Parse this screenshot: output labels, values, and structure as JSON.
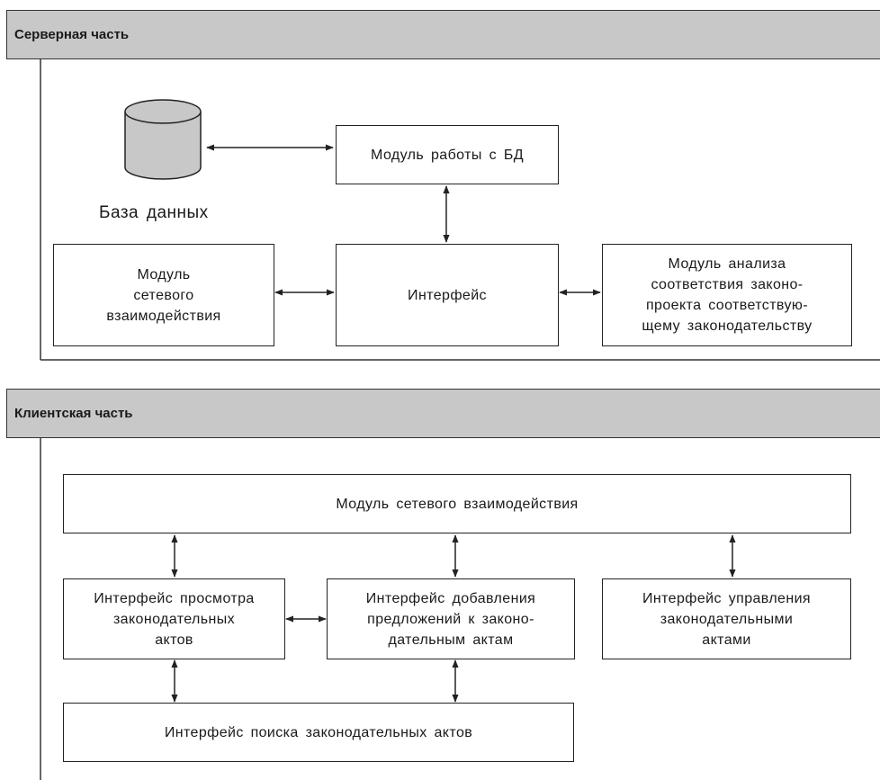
{
  "server": {
    "title": "Серверная часть",
    "db_label": "База данных",
    "modules": {
      "db_module": "Модуль работы с БД",
      "network_module": "Модуль\nсетевого\nвзаимодействия",
      "interface": "Интерфейс",
      "analysis_module": "Модуль анализа\nсоответствия законо-\nпроекта соответствую-\nщему законодательству"
    }
  },
  "client": {
    "title": "Клиентская часть",
    "modules": {
      "network_module": "Модуль сетевого взаимодействия",
      "view_interface": "Интерфейс просмотра\nзаконодательных\nактов",
      "add_interface": "Интерфейс добавления\nпредложений к законо-\nдательным актам",
      "manage_interface": "Интерфейс управления\nзаконодательными\nактами",
      "search_interface": "Интерфейс поиска законодательных актов"
    }
  },
  "colors": {
    "header_bg": "#c8c8c8",
    "cylinder_fill": "#c8c8c8",
    "line": "#222222"
  }
}
